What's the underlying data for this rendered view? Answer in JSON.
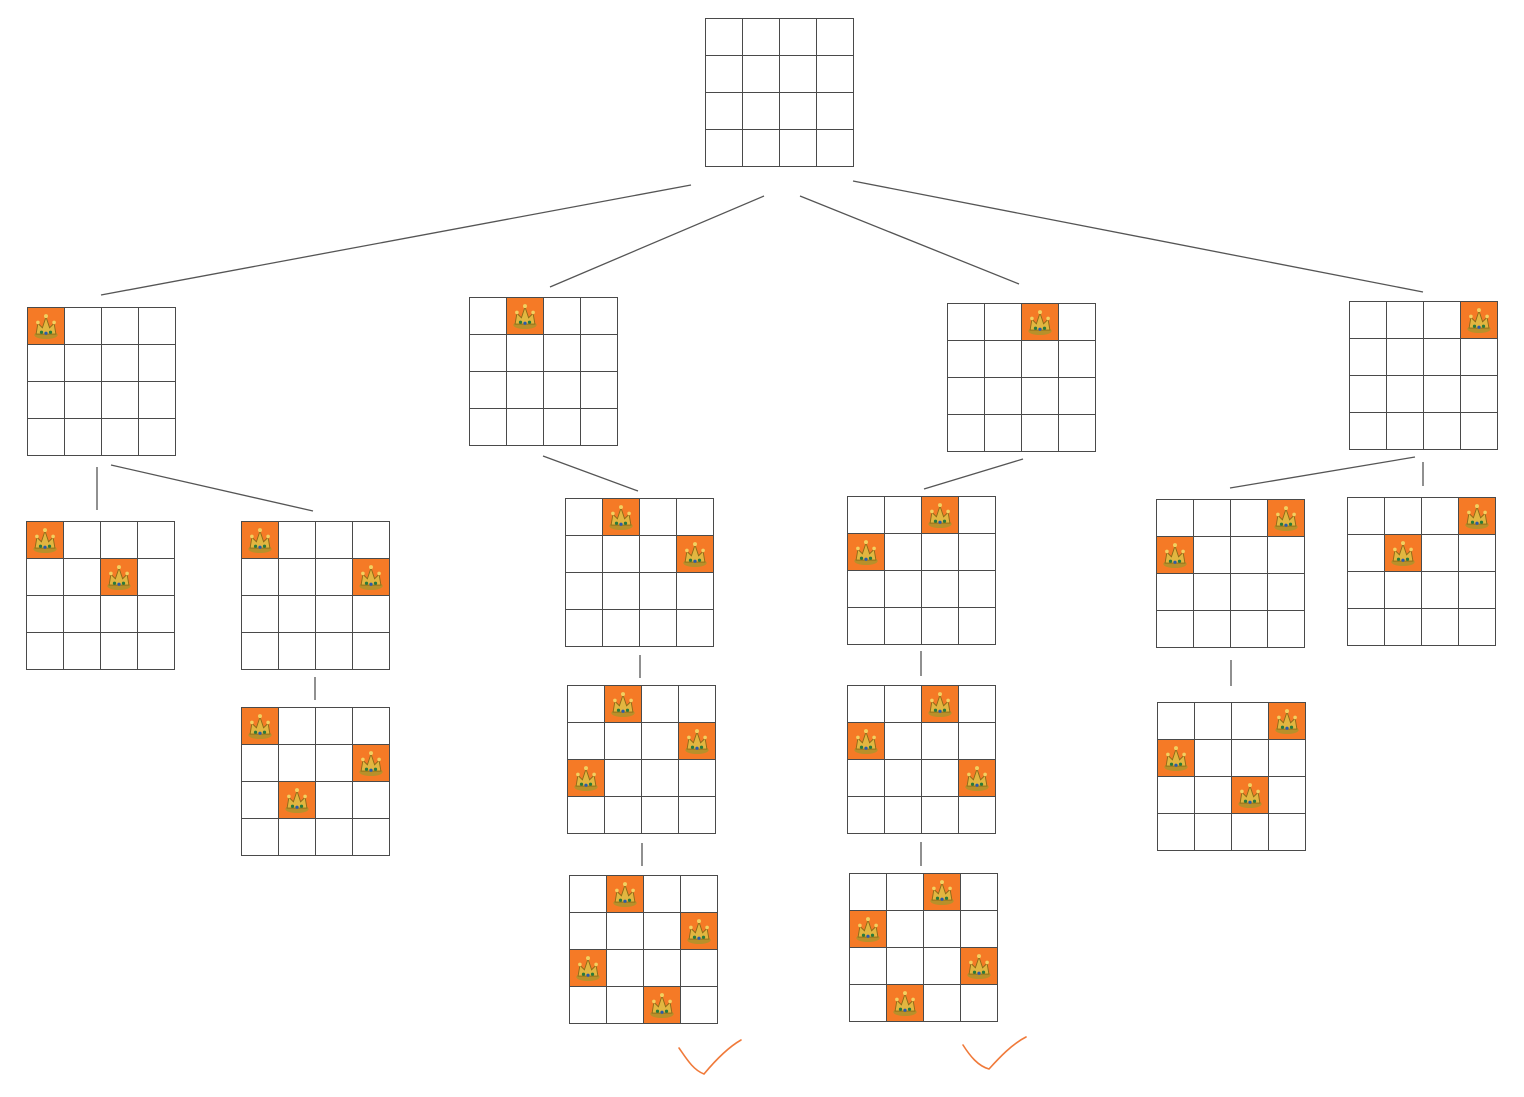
{
  "diagram": {
    "type": "backtracking-search-tree",
    "board_size": 4,
    "colors": {
      "queen_cell": "#f57a26",
      "grid_line": "#4a4a4a",
      "edge": "#555555",
      "check_mark": "#f07a3a"
    },
    "icons": {
      "queen": "queen-crown-icon",
      "solution": "check-mark-icon"
    },
    "nodes": [
      {
        "id": "root",
        "depth": 0,
        "queens": []
      },
      {
        "id": "a",
        "depth": 1,
        "parent": "root",
        "queens": [
          [
            0,
            0
          ]
        ]
      },
      {
        "id": "b",
        "depth": 1,
        "parent": "root",
        "queens": [
          [
            0,
            1
          ]
        ]
      },
      {
        "id": "c",
        "depth": 1,
        "parent": "root",
        "queens": [
          [
            0,
            2
          ]
        ]
      },
      {
        "id": "d",
        "depth": 1,
        "parent": "root",
        "queens": [
          [
            0,
            3
          ]
        ]
      },
      {
        "id": "a1",
        "depth": 2,
        "parent": "a",
        "queens": [
          [
            0,
            0
          ],
          [
            1,
            2
          ]
        ]
      },
      {
        "id": "a2",
        "depth": 2,
        "parent": "a",
        "queens": [
          [
            0,
            0
          ],
          [
            1,
            3
          ]
        ]
      },
      {
        "id": "a2a",
        "depth": 3,
        "parent": "a2",
        "queens": [
          [
            0,
            0
          ],
          [
            1,
            3
          ],
          [
            2,
            1
          ]
        ]
      },
      {
        "id": "b1",
        "depth": 2,
        "parent": "b",
        "queens": [
          [
            0,
            1
          ],
          [
            1,
            3
          ]
        ]
      },
      {
        "id": "b1a",
        "depth": 3,
        "parent": "b1",
        "queens": [
          [
            0,
            1
          ],
          [
            1,
            3
          ],
          [
            2,
            0
          ]
        ]
      },
      {
        "id": "b1b",
        "depth": 4,
        "parent": "b1a",
        "queens": [
          [
            0,
            1
          ],
          [
            1,
            3
          ],
          [
            2,
            0
          ],
          [
            3,
            2
          ]
        ],
        "solution": true
      },
      {
        "id": "c1",
        "depth": 2,
        "parent": "c",
        "queens": [
          [
            0,
            2
          ],
          [
            1,
            0
          ]
        ]
      },
      {
        "id": "c1a",
        "depth": 3,
        "parent": "c1",
        "queens": [
          [
            0,
            2
          ],
          [
            1,
            0
          ],
          [
            2,
            3
          ]
        ]
      },
      {
        "id": "c1b",
        "depth": 4,
        "parent": "c1a",
        "queens": [
          [
            0,
            2
          ],
          [
            1,
            0
          ],
          [
            2,
            3
          ],
          [
            3,
            1
          ]
        ],
        "solution": true
      },
      {
        "id": "d1",
        "depth": 2,
        "parent": "d",
        "queens": [
          [
            0,
            3
          ],
          [
            1,
            0
          ]
        ]
      },
      {
        "id": "d2",
        "depth": 2,
        "parent": "d",
        "queens": [
          [
            0,
            3
          ],
          [
            1,
            1
          ]
        ]
      },
      {
        "id": "d1a",
        "depth": 3,
        "parent": "d1",
        "queens": [
          [
            0,
            3
          ],
          [
            1,
            0
          ],
          [
            2,
            2
          ]
        ]
      }
    ]
  }
}
